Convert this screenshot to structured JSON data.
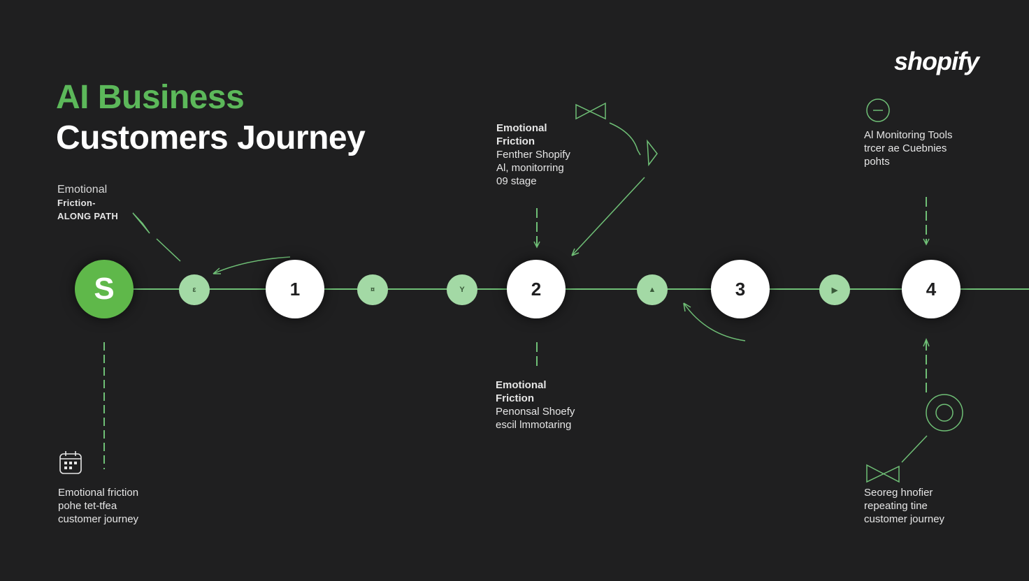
{
  "header": {
    "title_line1": "AI Business",
    "title_line2": "Customers Journey",
    "brand": "shopify"
  },
  "nodes": {
    "start": "S",
    "small_1": "ε",
    "stage_1": "1",
    "small_2": "¤",
    "small_3": "Y",
    "stage_2": "2",
    "small_4": "▲",
    "stage_3": "3",
    "small_5": "▶",
    "stage_4": "4"
  },
  "notes": {
    "left_top": {
      "line1": "Emotional",
      "line2": "Friction-",
      "line3": "ALONG PATH"
    },
    "stage2_top": {
      "line1": "Emotional",
      "line2": "Friction",
      "line3": "Fenther Shopify",
      "line4": "Al, monitorring",
      "line5": "09 stage"
    },
    "stage2_bottom": {
      "line1": "Emotional",
      "line2": "Friction",
      "line3": "Penonsal Shoefy",
      "line4": "escil lmmotaring"
    },
    "right_top": {
      "line1": "Al Monitoring Tools",
      "line2": "trcer ae Cuebnies",
      "line3": "pohts"
    },
    "left_bottom": {
      "line1": "Emotional friction",
      "line2": "pohe tet-tfea",
      "line3": "customer journey"
    },
    "right_bottom": {
      "line1": "Seoreg hnofier",
      "line2": "repeating tine",
      "line3": "customer journey"
    }
  },
  "icons": [
    "calendar-icon",
    "monitor-circle-icon",
    "target-icon",
    "bow-arrow-icon"
  ],
  "colors": {
    "background": "#1f1f20",
    "accent_green": "#5cb85a",
    "light_green": "#a3d9a5",
    "line_green": "#6fbf76",
    "text": "#ffffff"
  }
}
